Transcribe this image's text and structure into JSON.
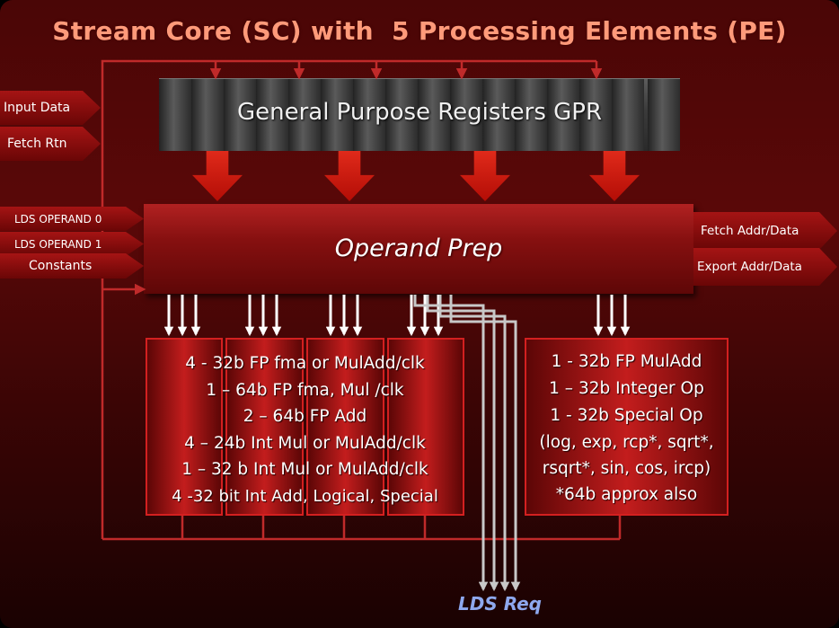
{
  "title": "Stream Core (SC) with  5 Processing Elements (PE)",
  "inputs": {
    "input_data": "Input Data",
    "fetch_rtn": "Fetch Rtn",
    "lds_operand_0": "LDS OPERAND 0",
    "lds_operand_1": "LDS OPERAND 1",
    "constants": "Constants"
  },
  "outputs": {
    "fetch_addr": "Fetch Addr/Data",
    "export_addr": "Export Addr/Data"
  },
  "gpr": {
    "label": "General Purpose Registers GPR"
  },
  "operand_prep": {
    "label": "Operand Prep"
  },
  "pe_xyzw": {
    "lines": [
      "4 - 32b FP fma or MulAdd/clk",
      "1 – 64b FP fma, Mul /clk",
      "2 – 64b FP Add",
      "4 – 24b Int Mul or MulAdd/clk",
      "1 – 32 b Int Mul or MulAdd/clk",
      "4 -32 bit Int Add, Logical, Special"
    ]
  },
  "pe_t": {
    "lines": [
      "1 - 32b  FP MulAdd",
      "1 – 32b Integer Op",
      "1 - 32b Special Op",
      "(log, exp, rcp*, sqrt*,",
      "rsqrt*, sin,  cos, ircp)",
      "*64b approx also"
    ]
  },
  "lds_req": "LDS Req",
  "colors": {
    "background": "#4a0606",
    "wire": "#c02a2a",
    "white_arrow": "#ffffff",
    "lds_arrow": "#c8c8c8",
    "lds_text": "#8ea8ee",
    "title": "#ff9a7a"
  }
}
